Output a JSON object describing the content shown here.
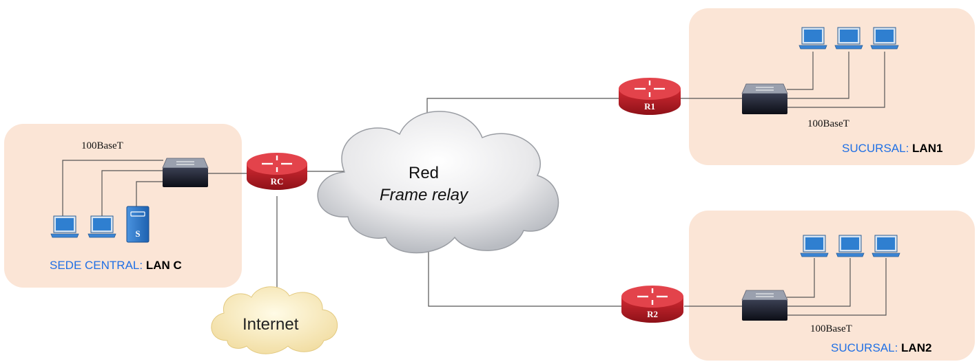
{
  "lan_c": {
    "speed": "100BaseT",
    "site_prefix": "SEDE CENTRAL:",
    "site_name": "LAN C",
    "server_label": "S"
  },
  "lan1": {
    "speed": "100BaseT",
    "site_prefix": "SUCURSAL:",
    "site_name": "LAN1"
  },
  "lan2": {
    "speed": "100BaseT",
    "site_prefix": "SUCURSAL:",
    "site_name": "LAN2"
  },
  "routers": {
    "rc": "RC",
    "r1": "R1",
    "r2": "R2"
  },
  "wan": {
    "line1": "Red",
    "line2": "Frame relay"
  },
  "internet": "Internet",
  "colors": {
    "zone_bg": "#fbe5d6",
    "site_blue": "#1f6fe5",
    "router_red": "#c8202b",
    "laptop_blue": "#2f7fd0",
    "server_blue": "#2f7fd0"
  }
}
